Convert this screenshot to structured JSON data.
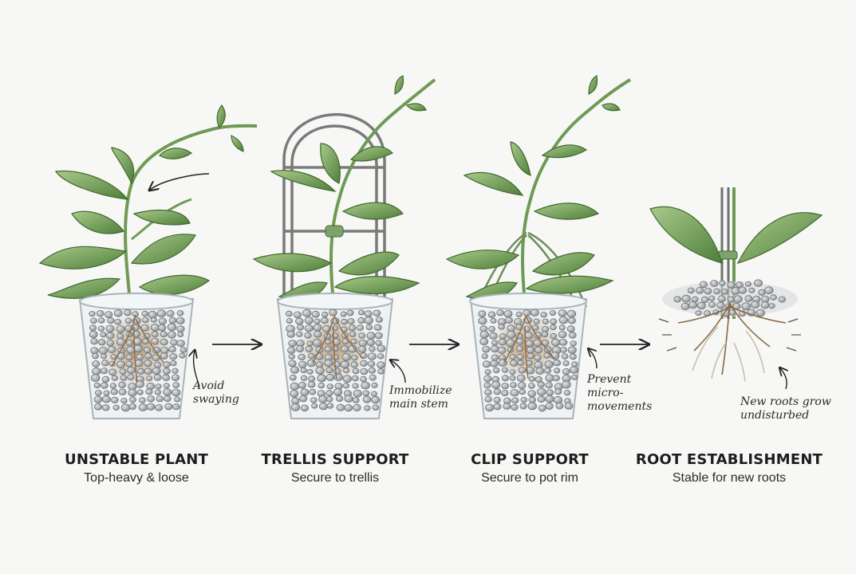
{
  "panels": [
    {
      "title": "UNSTABLE PLANT",
      "subtitle": "Top-heavy & loose",
      "note": [
        "Avoid",
        "swaying"
      ]
    },
    {
      "title": "TRELLIS SUPPORT",
      "subtitle": "Secure to trellis",
      "note": [
        "Immobilize",
        "main stem"
      ]
    },
    {
      "title": "CLIP SUPPORT",
      "subtitle": "Secure to pot rim",
      "note": [
        "Prevent",
        "micro-",
        "movements"
      ]
    },
    {
      "title": "ROOT ESTABLISHMENT",
      "subtitle": "Stable for new roots",
      "note": [
        "New roots grow",
        "undisturbed"
      ]
    }
  ],
  "colors": {
    "leaf": "#5f8f47",
    "leaf_light": "#9cc07c",
    "stem": "#6f9a55",
    "root": "#8a6a44",
    "pebble": "#9a9fa3",
    "glass": "#c9d2d6",
    "trellis": "#7a7a7a",
    "ink": "#222222"
  }
}
